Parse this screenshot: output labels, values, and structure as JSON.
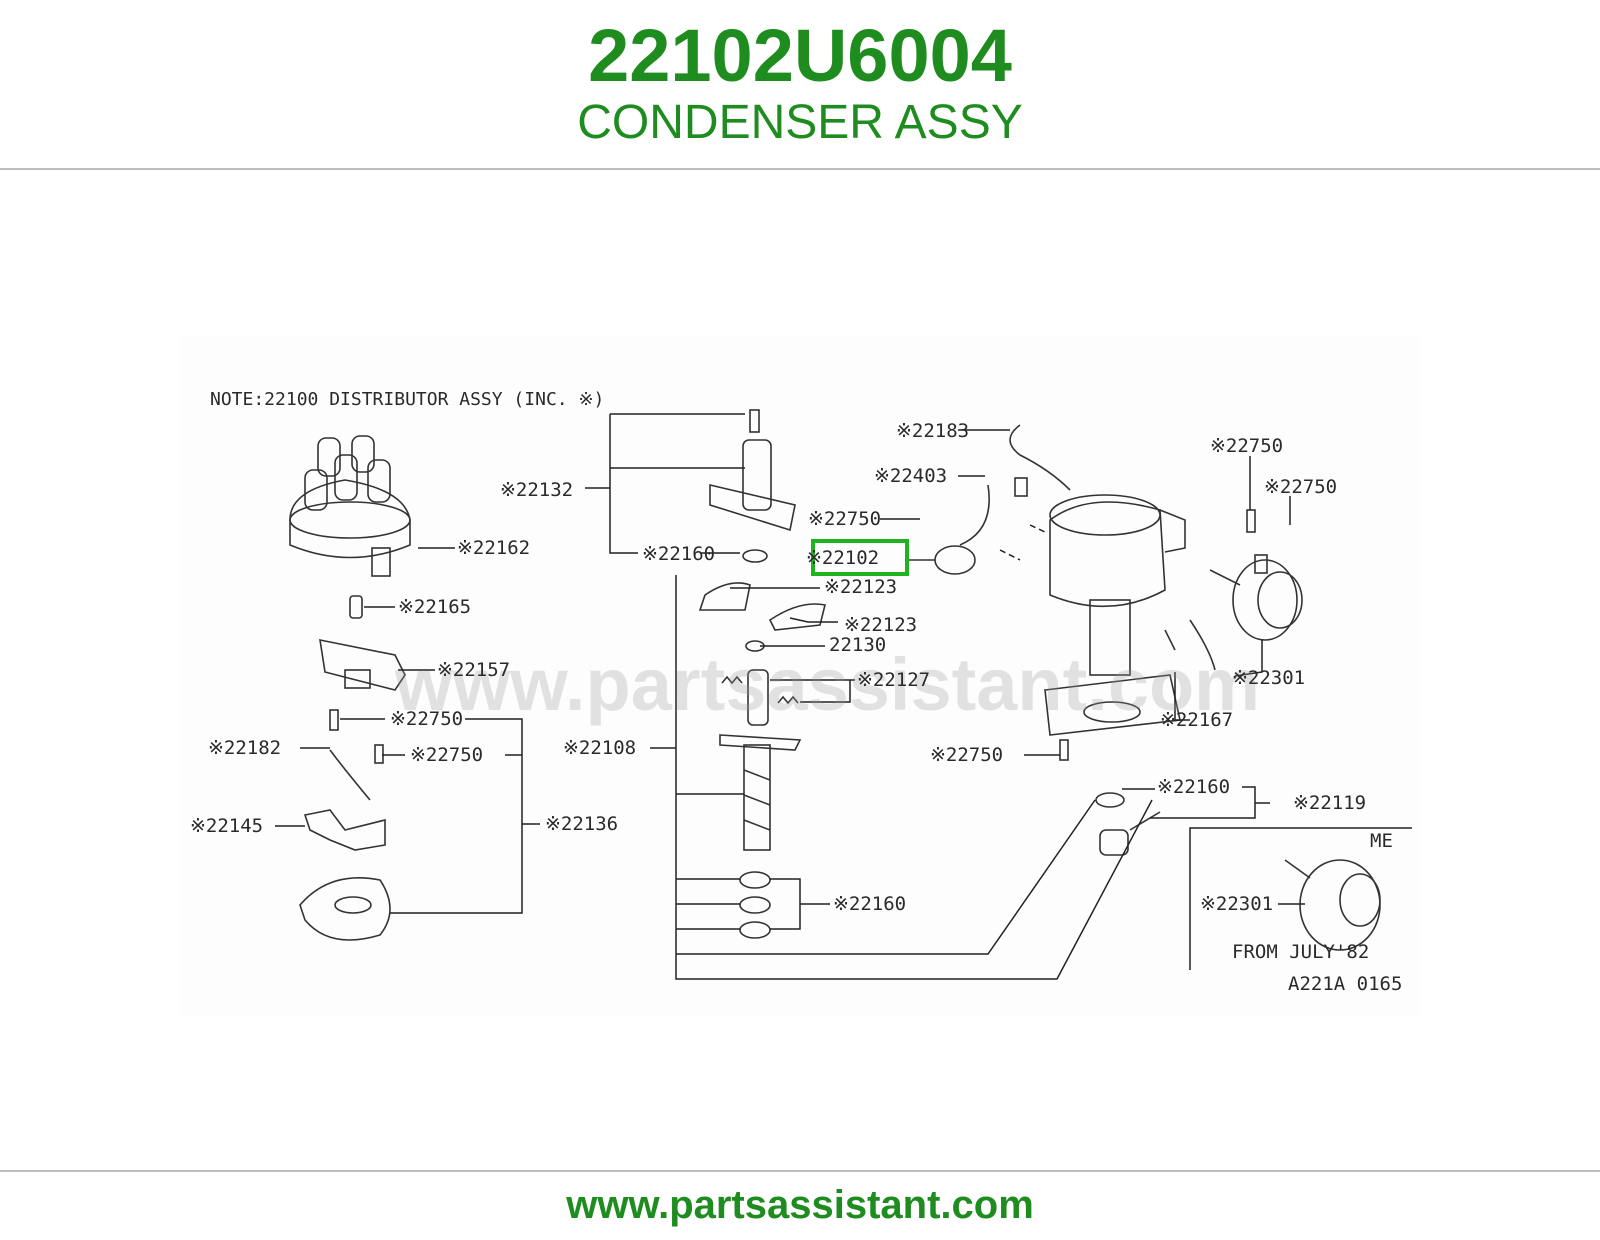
{
  "header": {
    "part_number": "22102U6004",
    "part_name": "CONDENSER ASSY"
  },
  "footer": {
    "url": "www.partsassistant.com"
  },
  "diagram": {
    "note": "NOTE:22100 DISTRIBUTOR ASSY (INC. ※)",
    "watermark": "www.partsassistant.com",
    "highlighted_part": "※22102",
    "highlight_color": "#1fb41f",
    "diagram_code": "A221A 0165",
    "inset_label_top": "ME",
    "inset_label_bottom": "FROM JULY'82",
    "callouts": {
      "c22132": "※22132",
      "c22160_a": "※22160",
      "c22162": "※22162",
      "c22165": "※22165",
      "c22157": "※22157",
      "c22750_a": "※22750",
      "c22182": "※22182",
      "c22750_b": "※22750",
      "c22145": "※22145",
      "c22136": "※22136",
      "c22108": "※22108",
      "c22183": "※22183",
      "c22403": "※22403",
      "c22750_c": "※22750",
      "c22102": "※22102",
      "c22123_a": "※22123",
      "c22123_b": "※22123",
      "c22130": "22130",
      "c22127": "※22127",
      "c22750_d": "※22750",
      "c22750_e": "※22750",
      "c22301_a": "※22301",
      "c22167": "※22167",
      "c22750_f": "※22750",
      "c22160_b": "※22160",
      "c22119": "※22119",
      "c22160_c": "※22160",
      "c22301_b": "※22301"
    }
  }
}
